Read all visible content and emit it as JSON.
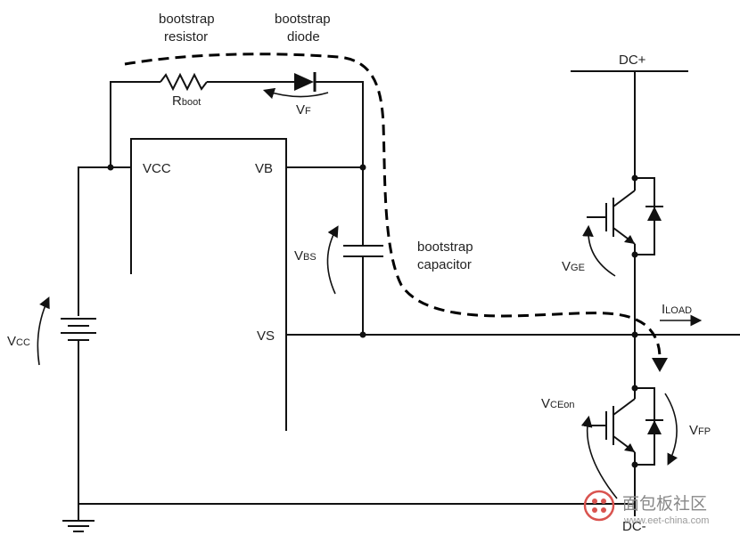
{
  "labels": {
    "bootstrap_resistor_line1": "bootstrap",
    "bootstrap_resistor_line2": "resistor",
    "bootstrap_diode_line1": "bootstrap",
    "bootstrap_diode_line2": "diode",
    "rboot_main": "R",
    "rboot_sub": "boot",
    "vf_main": "V",
    "vf_sub": "F",
    "vcc_pin": "VCC",
    "vb_pin": "VB",
    "vs_pin": "VS",
    "vbs_main": "V",
    "vbs_sub": "BS",
    "vcc_supply_main": "V",
    "vcc_supply_sub": "CC",
    "bootstrap_capacitor_line1": "bootstrap",
    "bootstrap_capacitor_line2": "capacitor",
    "dc_plus": "DC+",
    "dc_minus": "DC-",
    "vge_main": "V",
    "vge_sub": "GE",
    "iload_main": "I",
    "iload_sub": "LOAD",
    "vceon_main": "V",
    "vceon_sub": "CEon",
    "vfp_main": "V",
    "vfp_sub": "FP"
  },
  "watermark": {
    "text": "面包板社区",
    "url": "www.eet-china.com"
  }
}
